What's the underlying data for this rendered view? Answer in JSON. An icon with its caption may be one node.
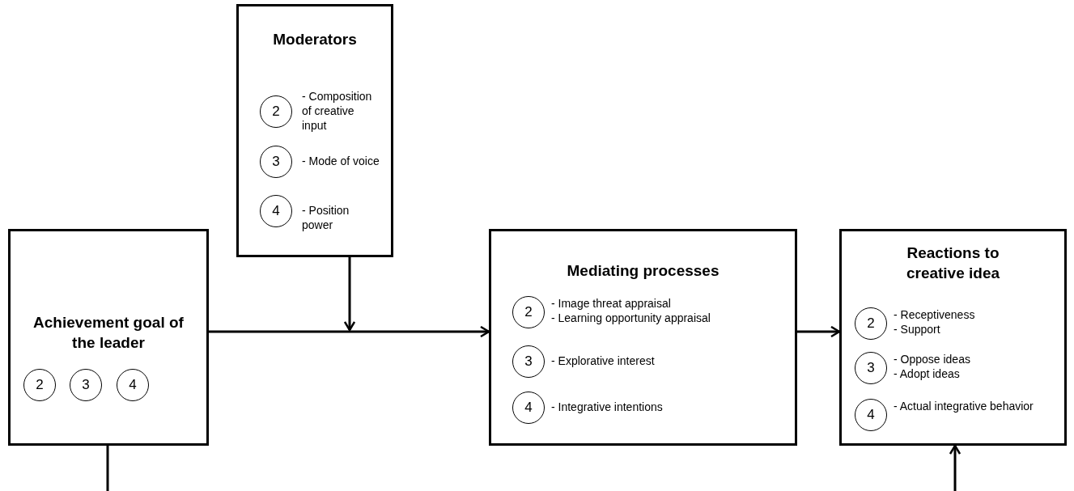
{
  "diagram": {
    "nodes": [
      {
        "text": [
          "Moderators"
        ]
      },
      {
        "text": [
          "2"
        ],
        "in": 0,
        "beside": [
          "- Composition of creative input"
        ]
      },
      {
        "text": [
          "3"
        ],
        "in": 0,
        "beside": [
          "- Mode of voice"
        ]
      },
      {
        "text": [
          "4"
        ],
        "in": 0,
        "beside": [
          "- Position power"
        ]
      },
      {
        "text": [
          "Achievement goal of the leader"
        ]
      },
      {
        "text": [
          "2"
        ],
        "in": 4
      },
      {
        "text": [
          "3"
        ],
        "in": 4
      },
      {
        "text": [
          "4"
        ],
        "in": 4
      },
      {
        "text": [
          "Mediating processes"
        ]
      },
      {
        "text": [
          "2"
        ],
        "in": 8,
        "beside": [
          "- Image threat appraisal",
          "- Learning opportunity appraisal"
        ]
      },
      {
        "text": [
          "3"
        ],
        "in": 8,
        "beside": [
          "- Explorative interest"
        ]
      },
      {
        "text": [
          "4"
        ],
        "in": 8,
        "beside": [
          "- Integrative intentions"
        ]
      },
      {
        "text": [
          "Reactions to creative idea"
        ]
      },
      {
        "text": [
          "2"
        ],
        "in": 12,
        "beside": [
          "- Receptiveness",
          "- Support"
        ]
      },
      {
        "text": [
          "3"
        ],
        "in": 12,
        "beside": [
          "- Oppose ideas",
          "- Adopt ideas"
        ]
      },
      {
        "text": [
          "4"
        ],
        "in": 12,
        "beside": [
          "- Actual integrative behavior"
        ]
      }
    ],
    "edges": [
      {
        "from": 0,
        "to": null,
        "arrow": "to"
      },
      {
        "from": 4,
        "to": 8,
        "arrow": "to"
      },
      {
        "from": 8,
        "to": 12,
        "arrow": "to"
      },
      {
        "from": 4,
        "to": null,
        "arrow": "none"
      },
      {
        "from": null,
        "to": 12,
        "arrow": "to"
      }
    ]
  }
}
